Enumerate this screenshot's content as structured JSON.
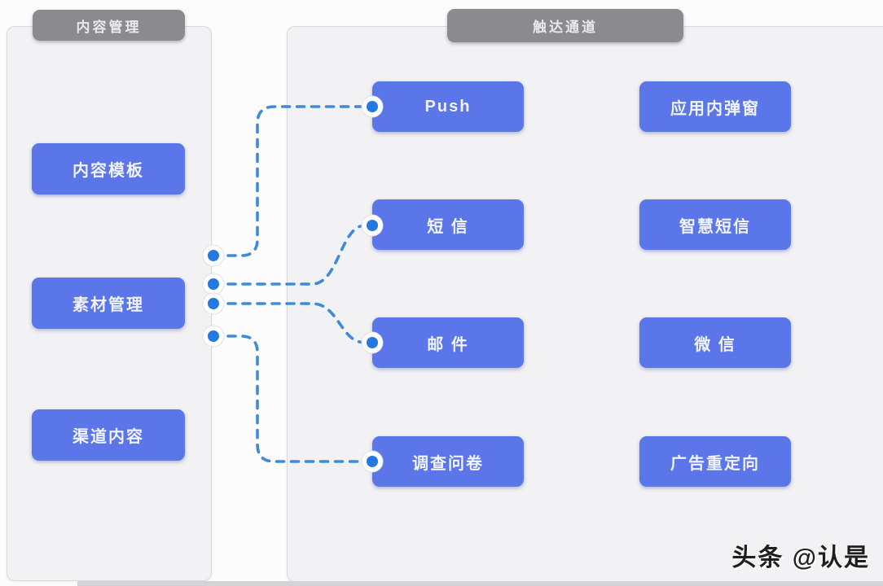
{
  "diagram": {
    "left_panel": {
      "title": "内容管理",
      "items": [
        {
          "label": "内容模板"
        },
        {
          "label": "素材管理"
        },
        {
          "label": "渠道内容"
        }
      ]
    },
    "right_panel": {
      "title": "触达通道",
      "channels_col1": [
        {
          "label": "Push"
        },
        {
          "label": "短 信"
        },
        {
          "label": "邮 件"
        },
        {
          "label": "调查问卷"
        }
      ],
      "channels_col2": [
        {
          "label": "应用内弹窗"
        },
        {
          "label": "智慧短信"
        },
        {
          "label": "微 信"
        },
        {
          "label": "广告重定向"
        }
      ]
    },
    "connections": [
      {
        "from": "素材管理",
        "to": "Push"
      },
      {
        "from": "素材管理",
        "to": "短 信"
      },
      {
        "from": "素材管理",
        "to": "邮 件"
      },
      {
        "from": "素材管理",
        "to": "调查问卷"
      }
    ],
    "colors": {
      "node_blue": "#5b76e8",
      "header_gray": "#8a8a8f",
      "panel_gray": "#f2f2f4",
      "wire_blue": "#3e8bda",
      "dot_blue": "#2478e2"
    }
  },
  "watermark": {
    "text": "头条 @认是"
  }
}
